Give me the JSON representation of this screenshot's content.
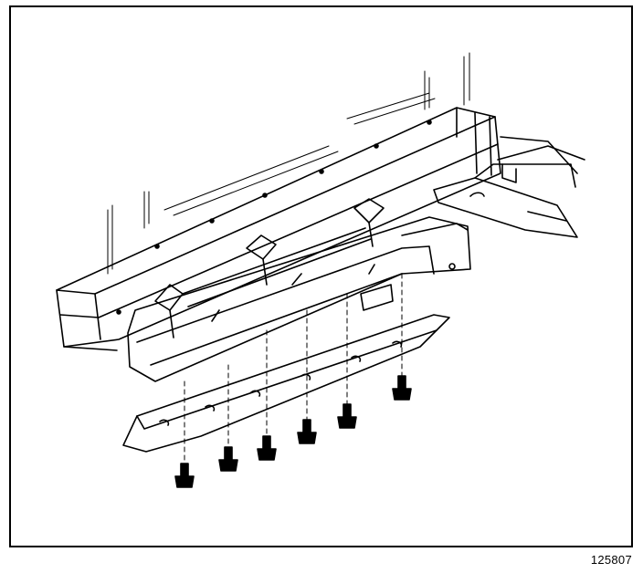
{
  "figure": {
    "number": "125807",
    "ink_color": "#000000",
    "paper_color": "#ffffff"
  },
  "illustration": {
    "parts": [
      "bumper-impact-bar",
      "energy-absorber-bracket",
      "frame-rail",
      "lower-air-deflector",
      "bolt"
    ],
    "bolt_count": 6
  }
}
